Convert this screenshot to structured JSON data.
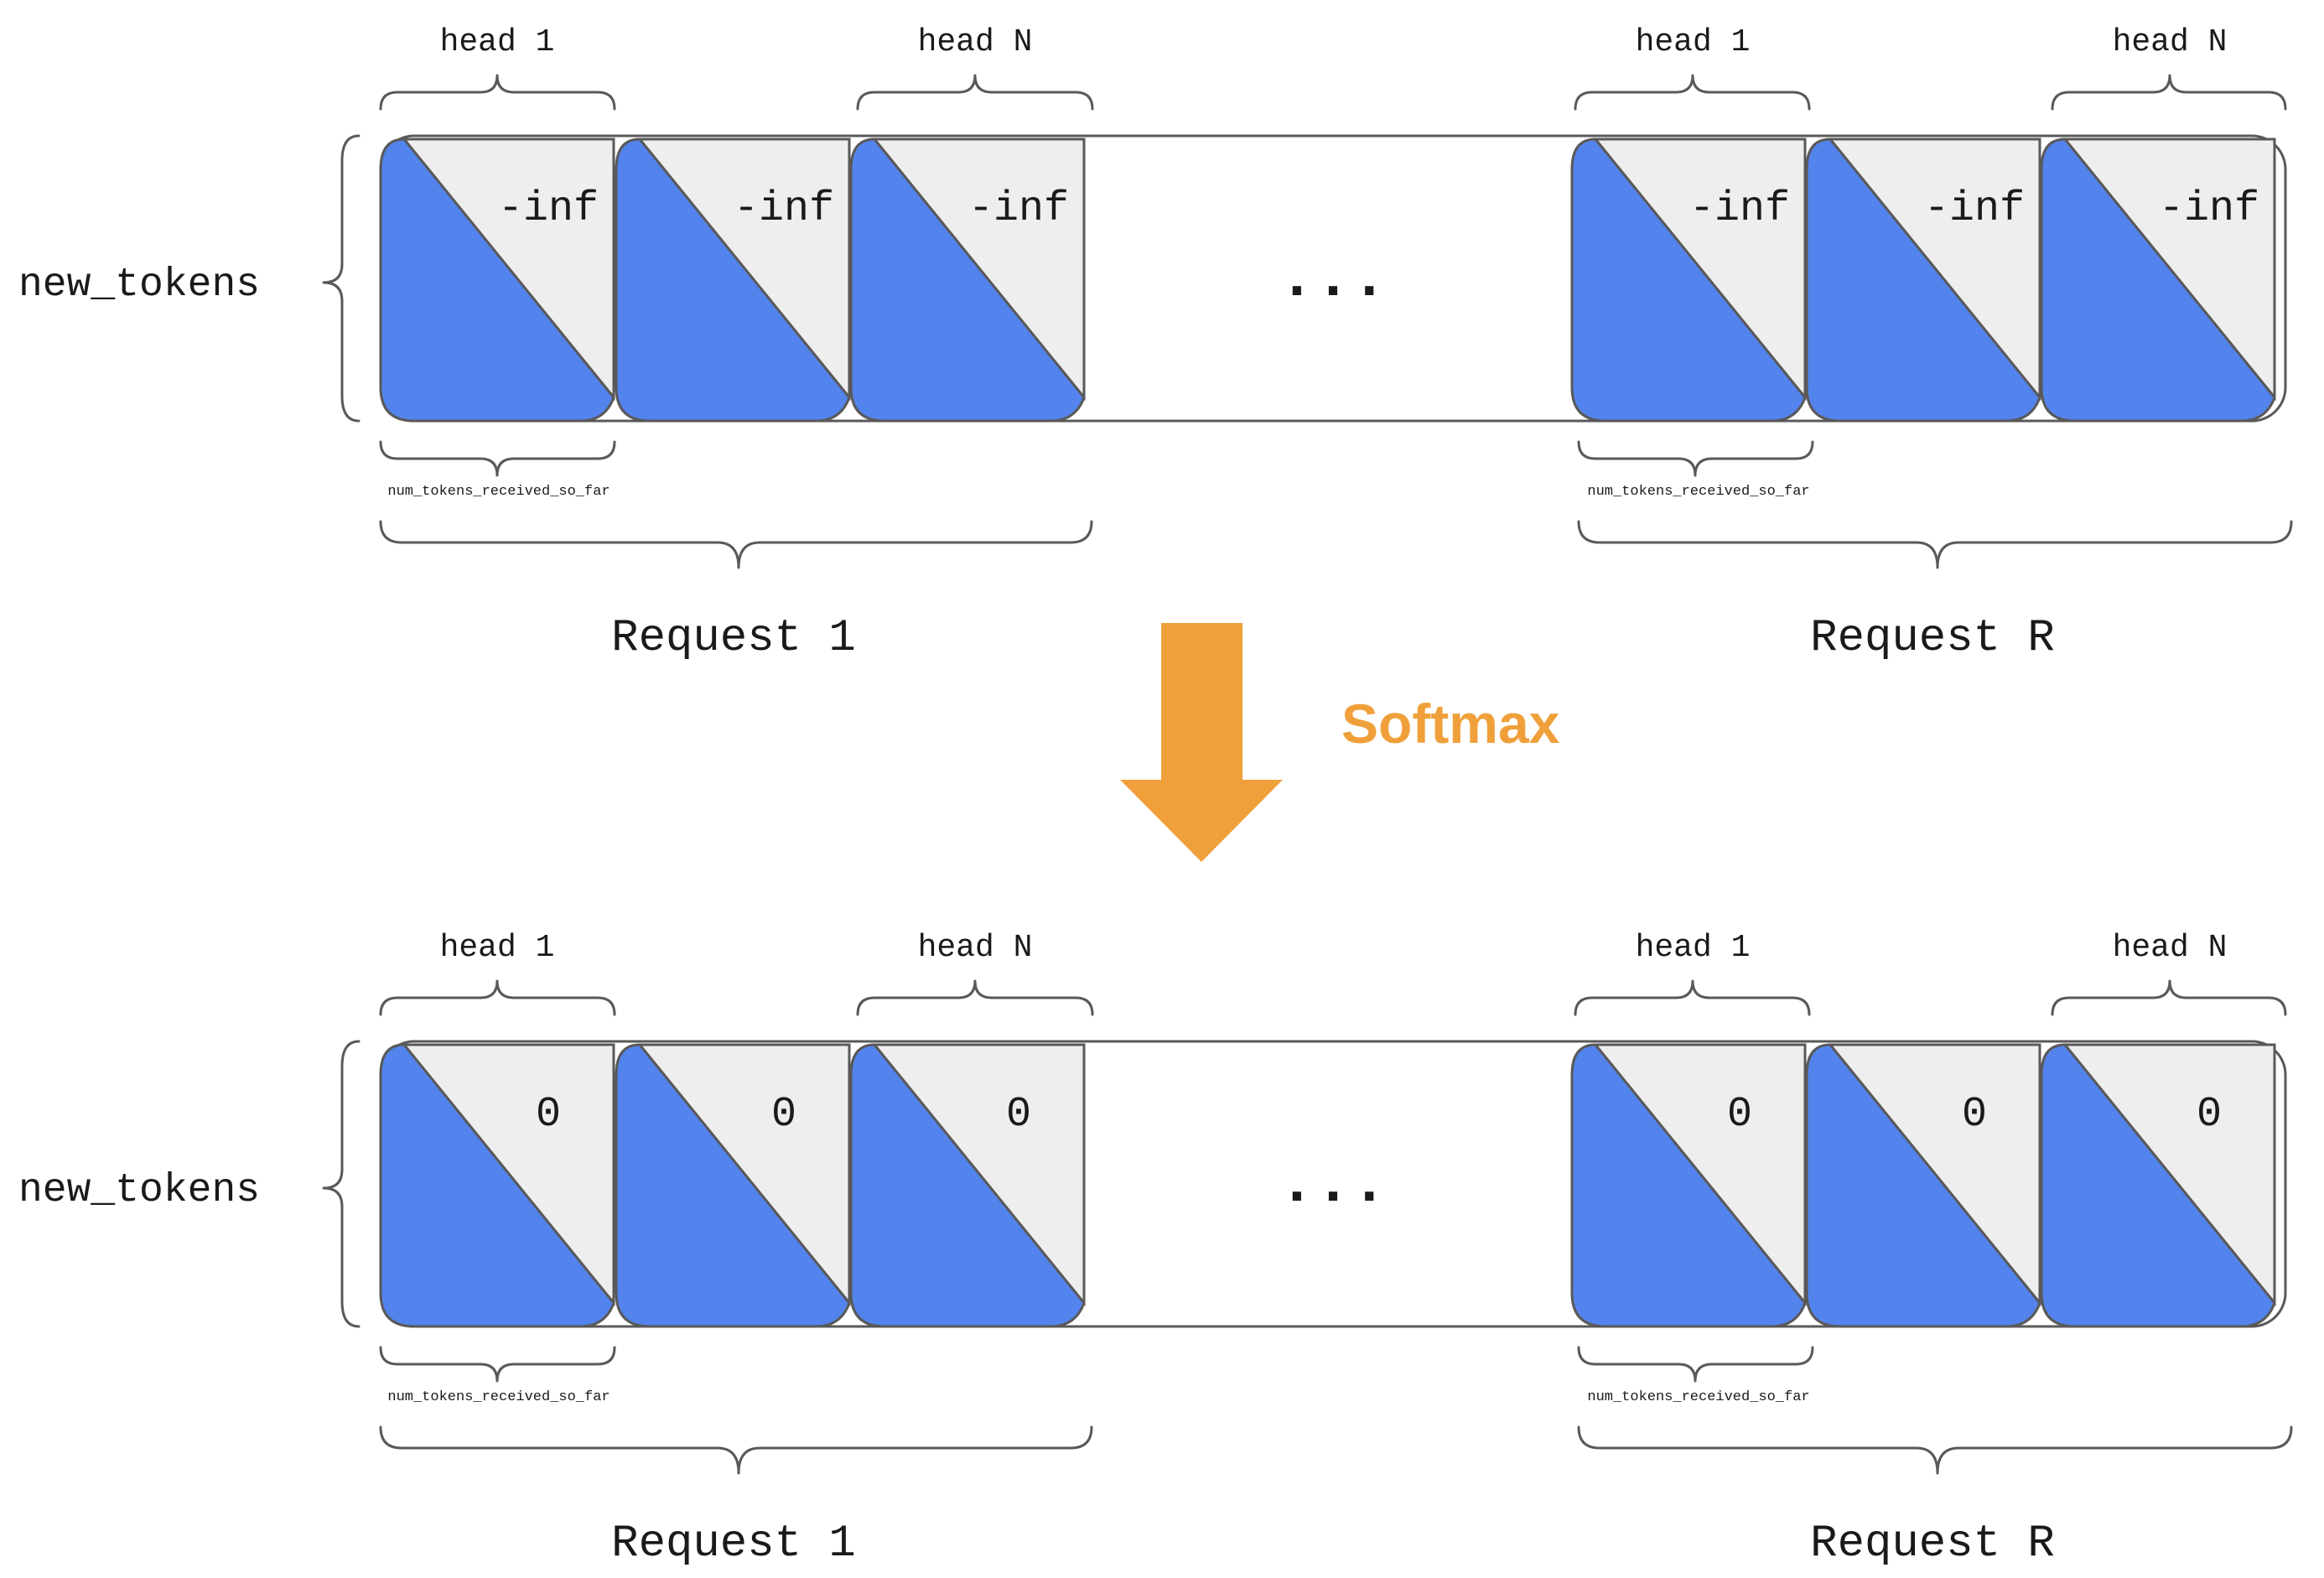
{
  "colors": {
    "lower_triangle": "#5383EC",
    "upper_triangle": "#EEEEEE",
    "outline": "#595959",
    "arrow": "#F0A03A",
    "arrow_label": "#F0A03A"
  },
  "labels": {
    "row_label": "new_tokens",
    "ellipsis": "...",
    "sub_brace_label": "num_tokens_received_so_far",
    "arrow_label": "Softmax"
  },
  "top_panel": {
    "mask_value": "-inf",
    "group_1": {
      "head_first": "head 1",
      "head_last": "head N",
      "request": "Request 1"
    },
    "group_2": {
      "head_first": "head 1",
      "head_last": "head N",
      "request": "Request R"
    }
  },
  "bottom_panel": {
    "mask_value": "0",
    "group_1": {
      "head_first": "head 1",
      "head_last": "head N",
      "request": "Request 1"
    },
    "group_2": {
      "head_first": "head 1",
      "head_last": "head N",
      "request": "Request R"
    }
  }
}
